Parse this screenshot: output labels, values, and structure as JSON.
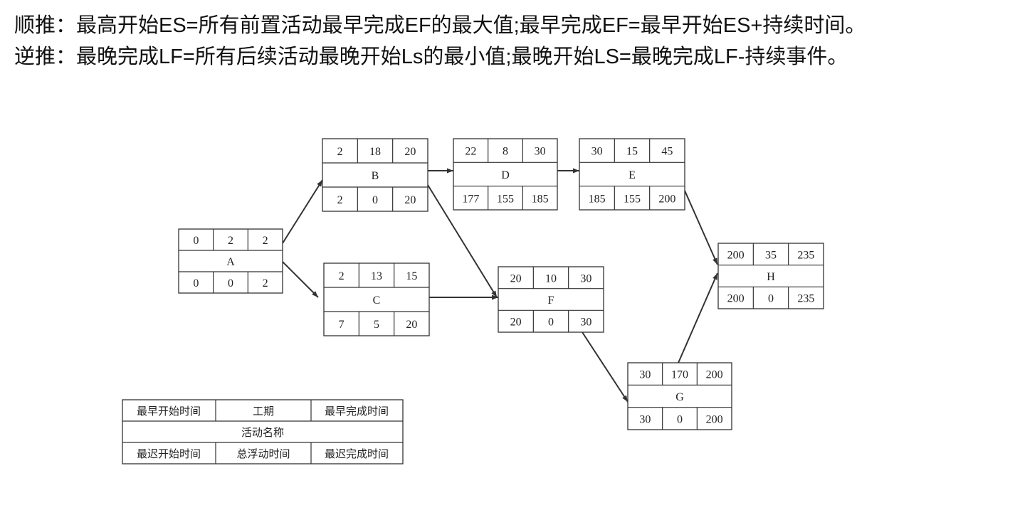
{
  "header": {
    "line1": "顺推：最高开始ES=所有前置活动最早完成EF的最大值;最早完成EF=最早开始ES+持续时间。",
    "line2": "逆推：最晚完成LF=所有后续活动最晚开始Ls的最小值;最晚开始LS=最晚完成LF-持续事件。"
  },
  "nodes": [
    {
      "id": "A",
      "name": "A",
      "es": "0",
      "dur": "2",
      "ef": "2",
      "ls": "0",
      "tf": "0",
      "lf": "2"
    },
    {
      "id": "B",
      "name": "B",
      "es": "2",
      "dur": "18",
      "ef": "20",
      "ls": "2",
      "tf": "0",
      "lf": "20"
    },
    {
      "id": "C",
      "name": "C",
      "es": "2",
      "dur": "13",
      "ef": "15",
      "ls": "7",
      "tf": "5",
      "lf": "20"
    },
    {
      "id": "D",
      "name": "D",
      "es": "22",
      "dur": "8",
      "ef": "30",
      "ls": "177",
      "tf": "155",
      "lf": "185"
    },
    {
      "id": "E",
      "name": "E",
      "es": "30",
      "dur": "15",
      "ef": "45",
      "ls": "185",
      "tf": "155",
      "lf": "200"
    },
    {
      "id": "F",
      "name": "F",
      "es": "20",
      "dur": "10",
      "ef": "30",
      "ls": "20",
      "tf": "0",
      "lf": "30"
    },
    {
      "id": "G",
      "name": "G",
      "es": "30",
      "dur": "170",
      "ef": "200",
      "ls": "30",
      "tf": "0",
      "lf": "200"
    },
    {
      "id": "H",
      "name": "H",
      "es": "200",
      "dur": "35",
      "ef": "235",
      "ls": "200",
      "tf": "0",
      "lf": "235"
    }
  ],
  "edges": [
    {
      "from": "A",
      "to": "B"
    },
    {
      "from": "A",
      "to": "C"
    },
    {
      "from": "B",
      "to": "D"
    },
    {
      "from": "B",
      "to": "F"
    },
    {
      "from": "C",
      "to": "F"
    },
    {
      "from": "D",
      "to": "E"
    },
    {
      "from": "E",
      "to": "H"
    },
    {
      "from": "F",
      "to": "G"
    },
    {
      "from": "G",
      "to": "H"
    }
  ],
  "legend": {
    "top_left": "最早开始时间",
    "top_mid": "工期",
    "top_right": "最早完成时间",
    "middle": "活动名称",
    "bottom_left": "最迟开始时间",
    "bottom_mid": "总浮动时间",
    "bottom_right": "最迟完成时间"
  }
}
